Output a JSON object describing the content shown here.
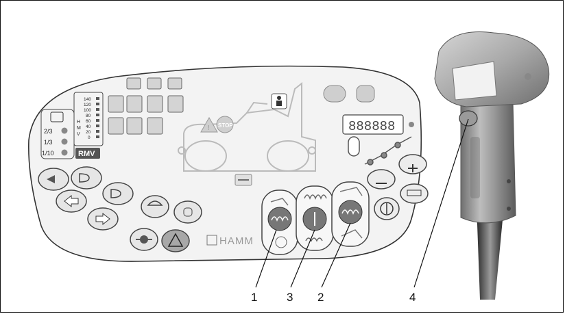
{
  "panel": {
    "brand": "HAMM",
    "rmv_label": "RMV",
    "fractions": [
      "2/3",
      "1/3",
      "1/10"
    ],
    "hmv_letters": [
      "H",
      "M",
      "V"
    ],
    "scale_values": [
      "140",
      "120",
      "100",
      "80",
      "60",
      "40",
      "20",
      "0"
    ],
    "stop_label": "STOP",
    "digital_display": "888888"
  },
  "callouts": {
    "one": "1",
    "two": "2",
    "three": "3",
    "four": "4"
  }
}
